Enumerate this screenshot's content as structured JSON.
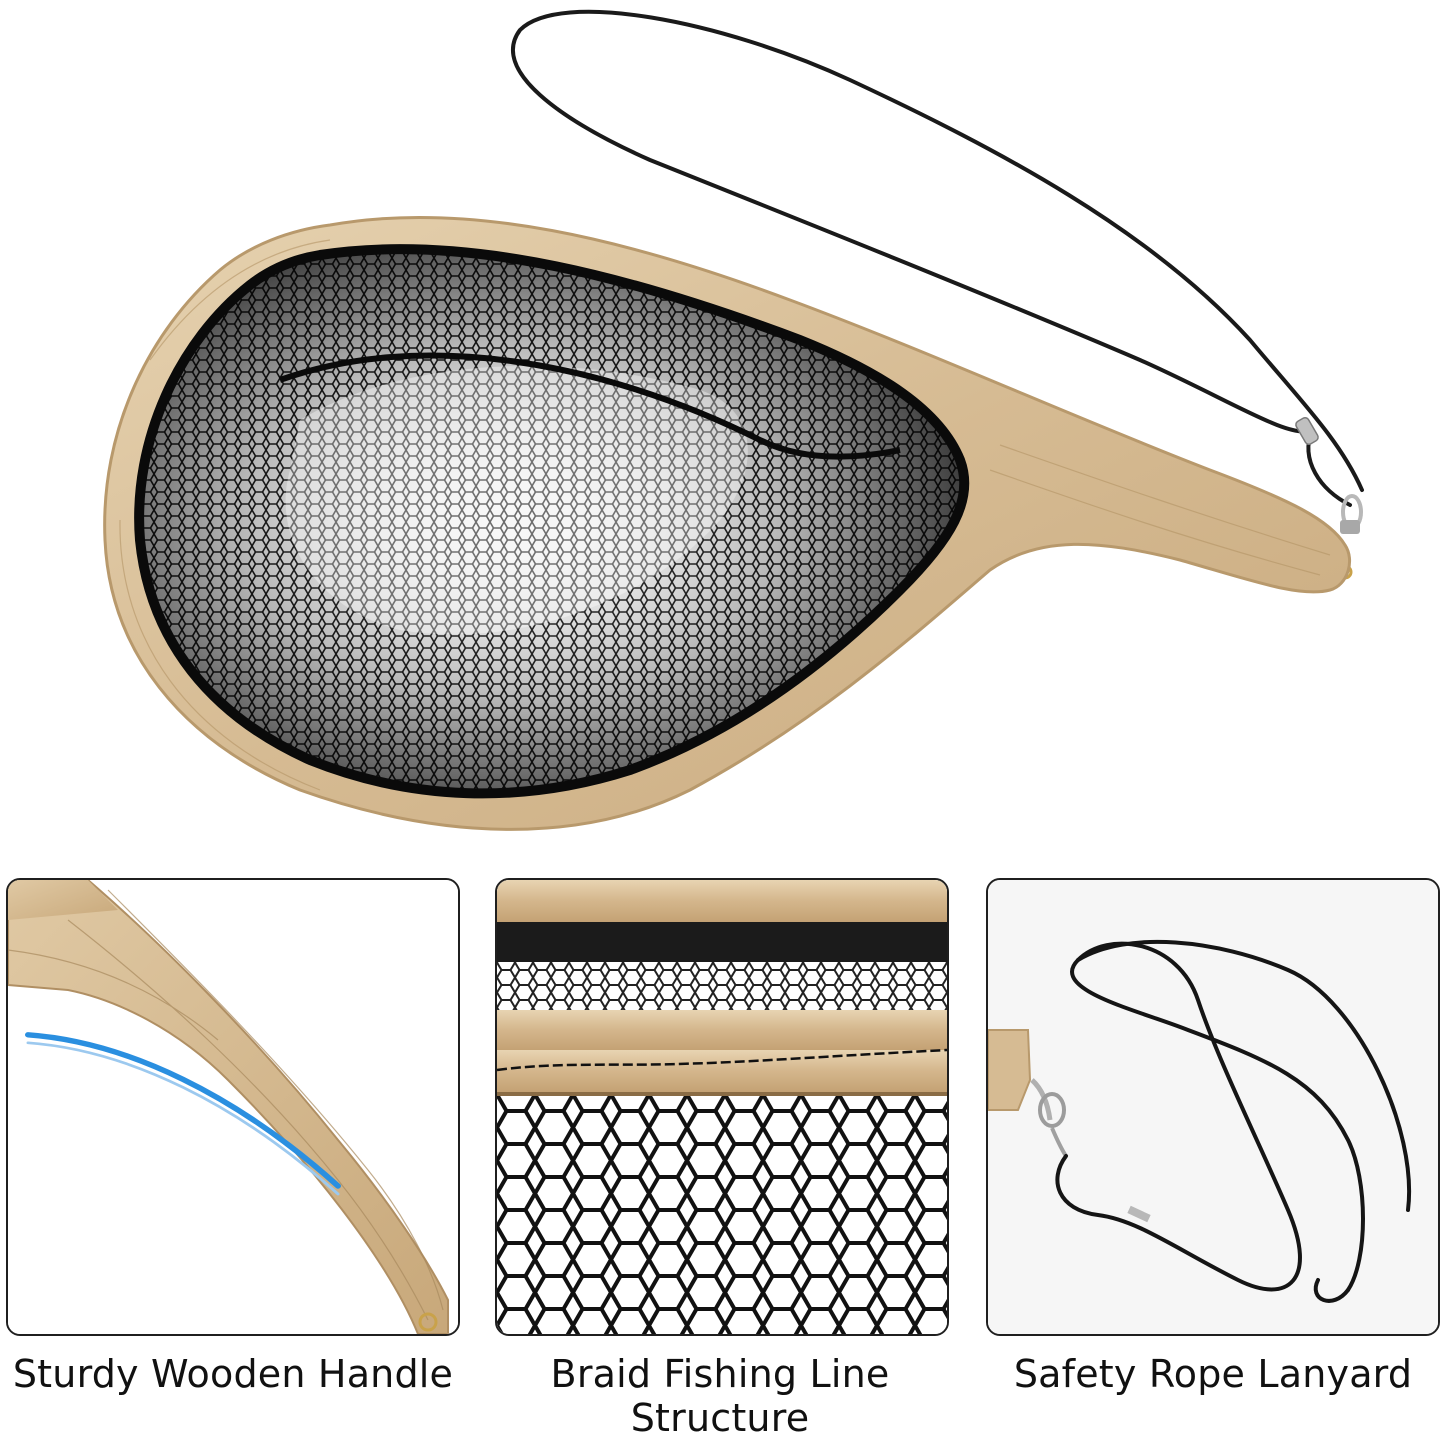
{
  "captions": {
    "handle": "Sturdy Wooden Handle",
    "braid": "Braid Fishing Line Structure",
    "lanyard": "Safety Rope Lanyard"
  },
  "colors": {
    "wood": "#d8bf98",
    "wood_dark": "#b89a70",
    "mesh": "#111111",
    "rope": "#1a1a1a",
    "accent": "#2a8fe0"
  }
}
